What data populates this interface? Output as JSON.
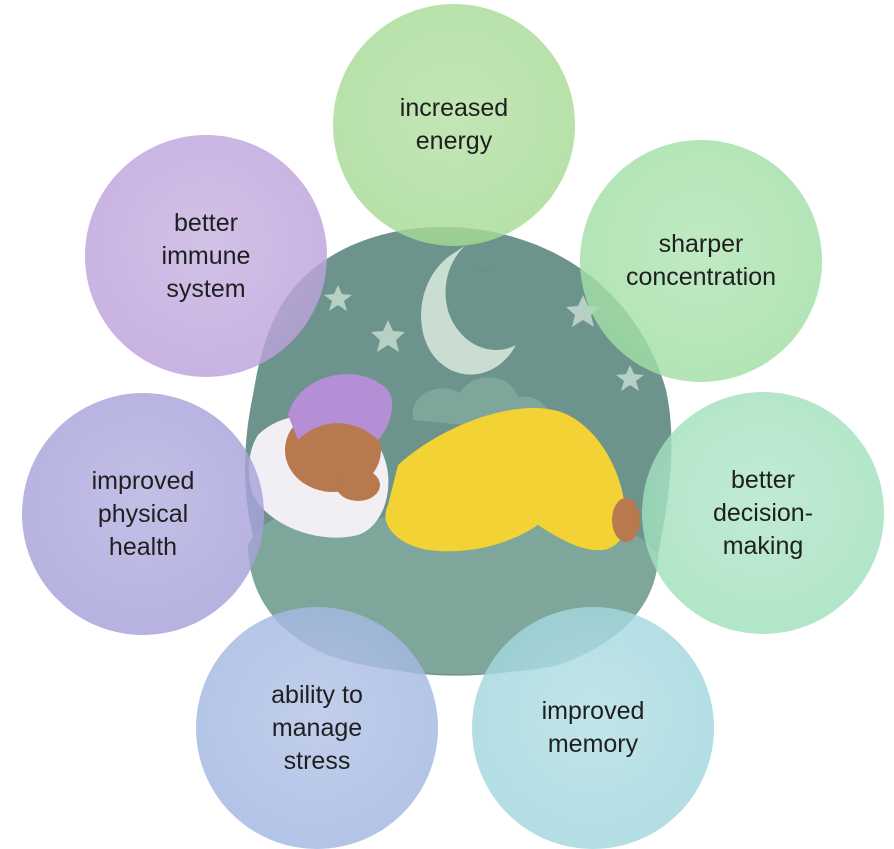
{
  "benefits": [
    {
      "id": "energy",
      "label": "increased\nenergy",
      "fill": "#b8e2a9",
      "edge": "#9fd78d"
    },
    {
      "id": "concentration",
      "label": "sharper\nconcentration",
      "fill": "#b5e6b8",
      "edge": "#98db9e"
    },
    {
      "id": "decision",
      "label": "better\ndecision-\nmaking",
      "fill": "#b6e7cc",
      "edge": "#97ddb5"
    },
    {
      "id": "memory",
      "label": "improved\nmemory",
      "fill": "#b6e0e6",
      "edge": "#97d2da"
    },
    {
      "id": "stress",
      "label": "ability to\nmanage\nstress",
      "fill": "#b6c6e8",
      "edge": "#9ab0de"
    },
    {
      "id": "physical",
      "label": "improved\nphysical\nhealth",
      "fill": "#b8b4e2",
      "edge": "#9f99d7"
    },
    {
      "id": "immune",
      "label": "better\nimmune\nsystem",
      "fill": "#cbb6e3",
      "edge": "#b699d8"
    }
  ],
  "illustration": {
    "subject": "sleeping person on a cloud with moon and stars",
    "colors": {
      "night": "#5f8a82",
      "cloud": "#7fa69a",
      "moon": "#c9ddd3",
      "pajamas": "#f2d235",
      "skin": "#b9794f",
      "hair": "#b48fd6",
      "pillow": "#f1eef4"
    }
  }
}
